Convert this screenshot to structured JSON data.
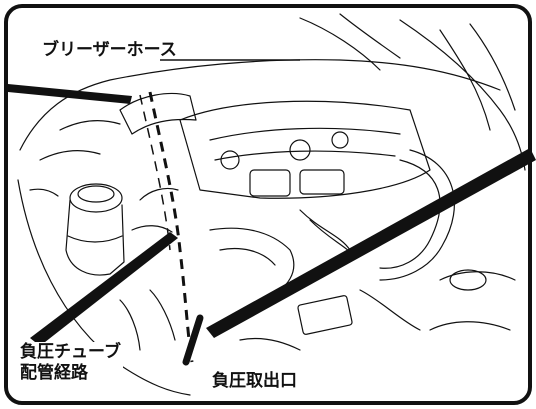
{
  "labels": {
    "breather_hose": "ブリーザーホース",
    "tube_route_line1": "負圧チューブ",
    "tube_route_line2": "配管経路",
    "vacuum_port": "負圧取出口"
  },
  "colors": {
    "line": "#111111",
    "background": "#ffffff"
  }
}
